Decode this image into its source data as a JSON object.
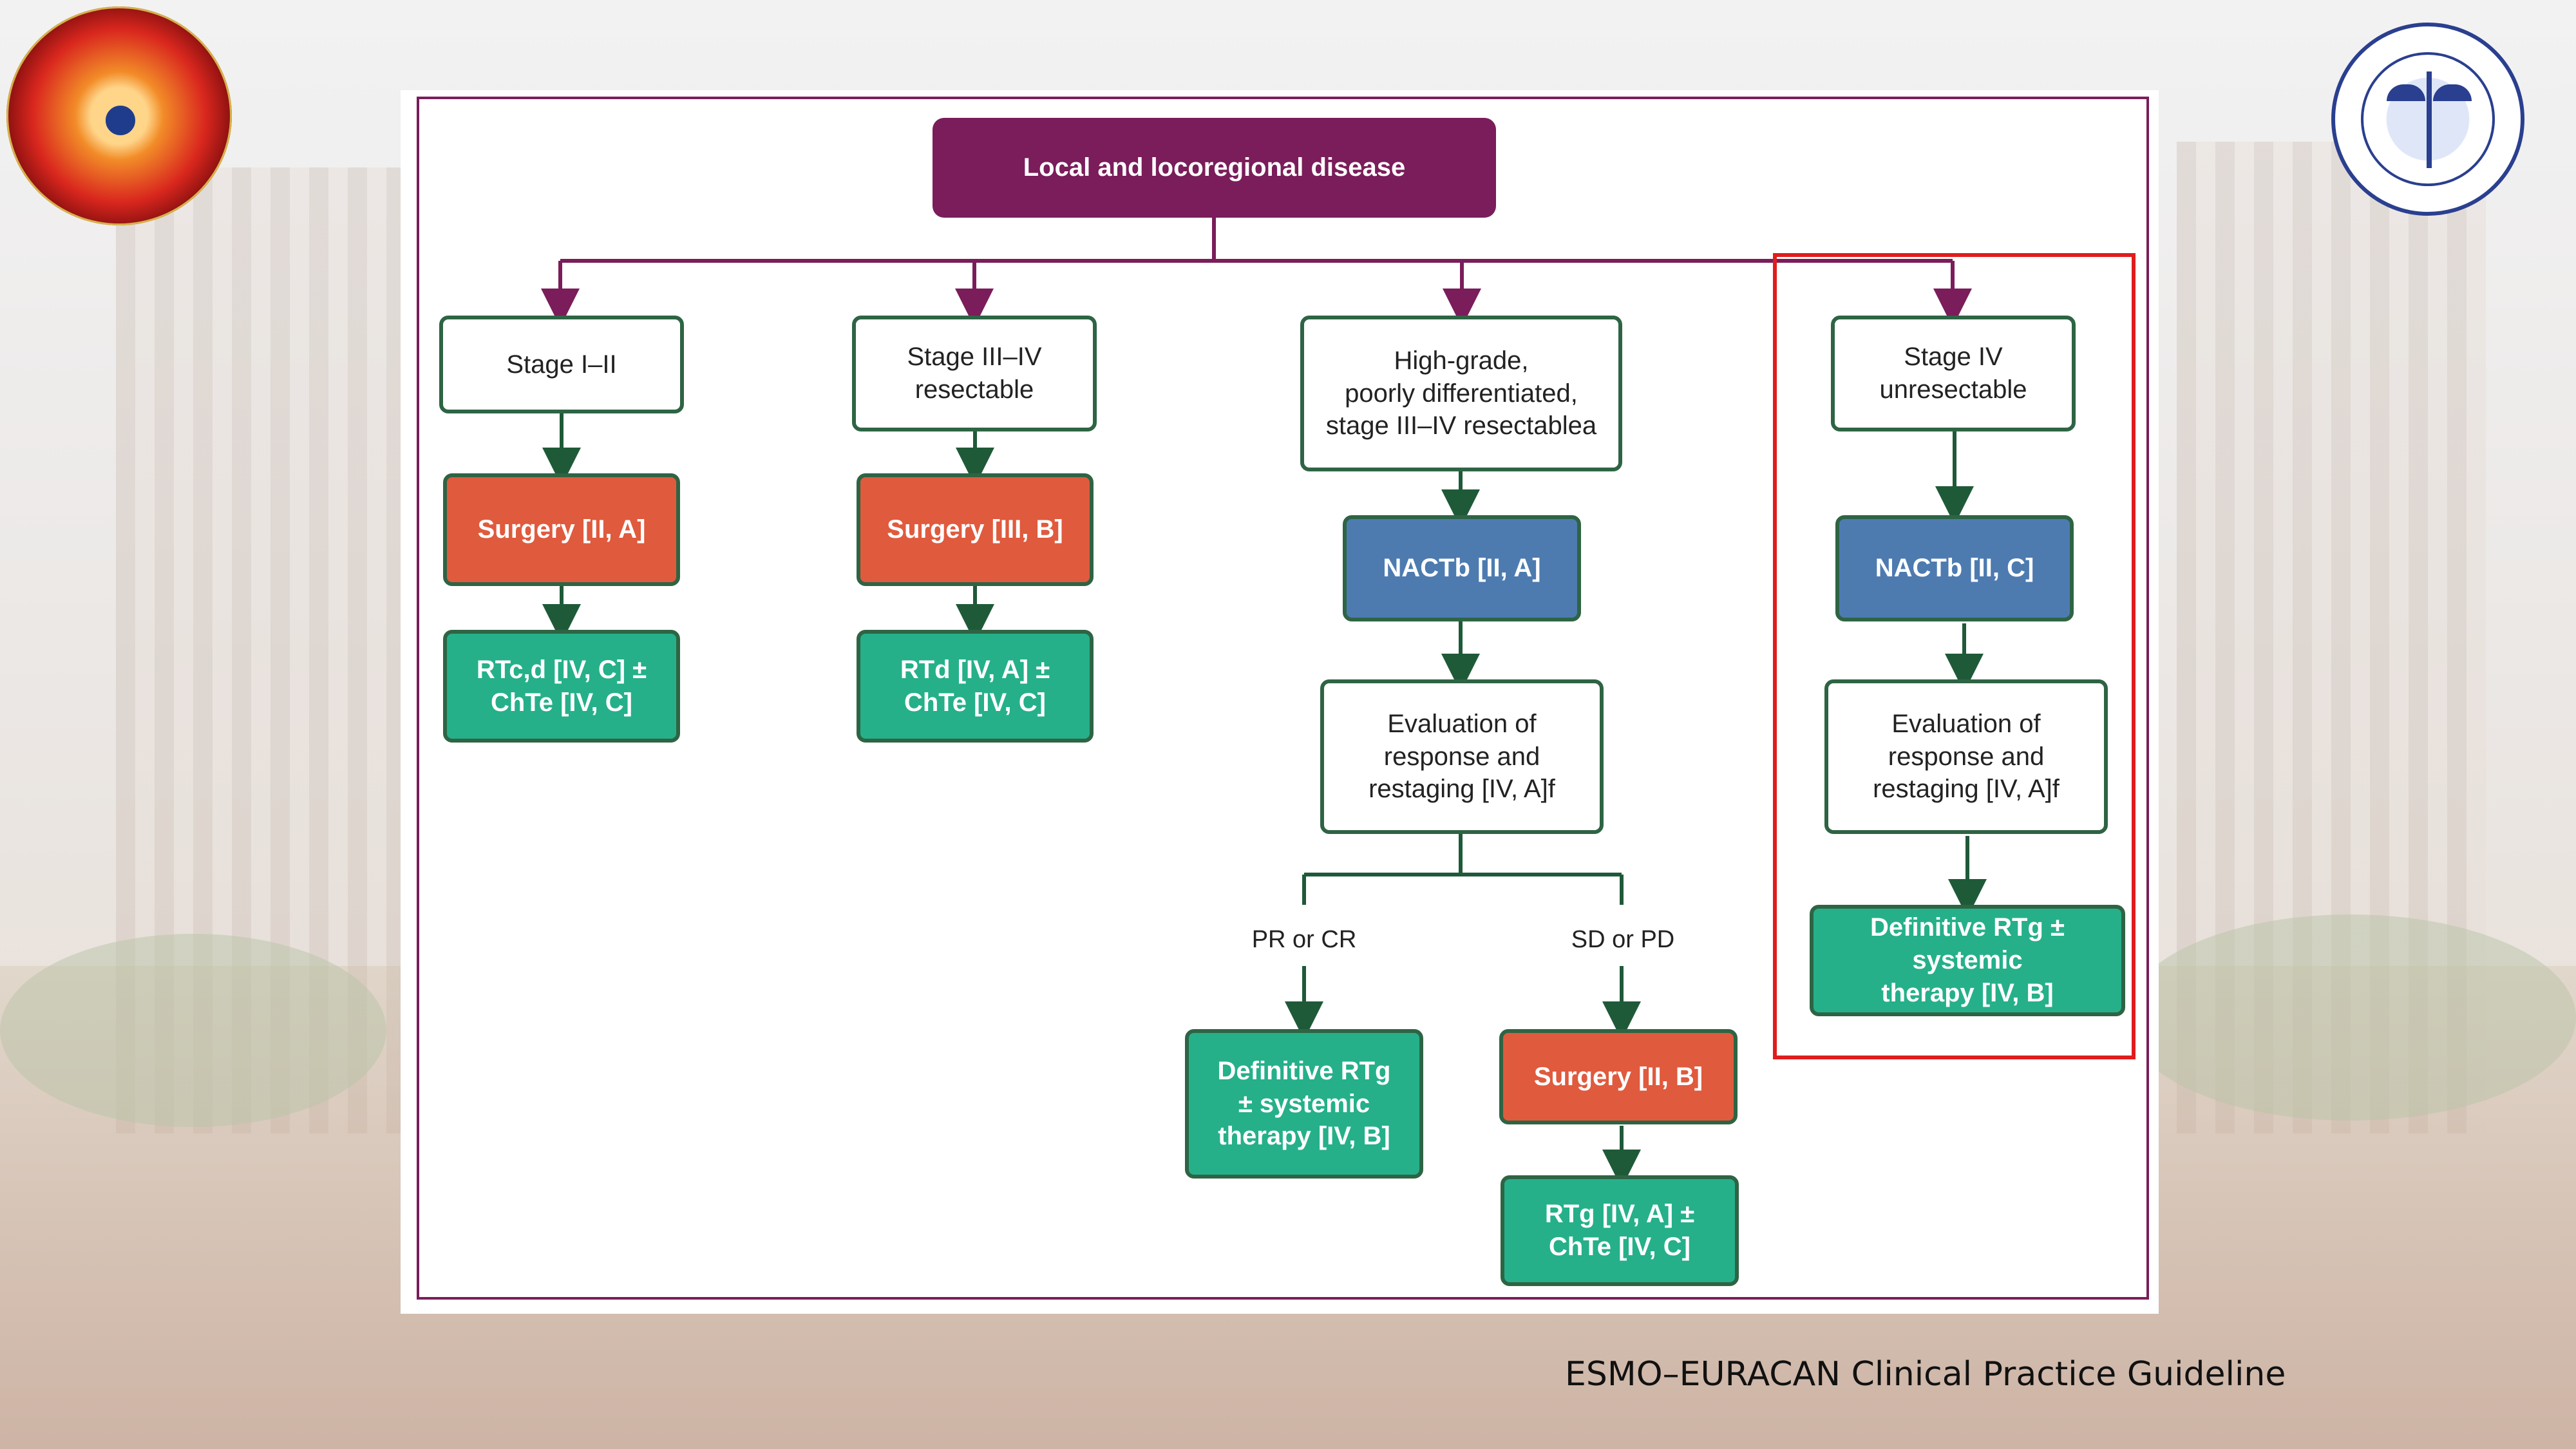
{
  "slide": {
    "footer": "ESMO–EURACAN Clinical Practice Guideline"
  },
  "logos": {
    "left": "Association of Radiation Oncologists of India – West Bengal Chapter logo",
    "right": "All India Institute of Medical Sciences emblem"
  },
  "flowchart": {
    "root": "Local and locoregional disease",
    "col1": {
      "stage": "Stage I–II",
      "surgery": "Surgery [II, A]",
      "rt": "RTc,d [IV, C] ±\nChTe [IV, C]"
    },
    "col2": {
      "stage": "Stage III–IV\nresectable",
      "surgery": "Surgery [III, B]",
      "rt": "RTd [IV, A] ±\nChTe [IV, C]"
    },
    "col3": {
      "stage": "High-grade,\npoorly differentiated,\nstage III–IV resectablea",
      "nact": "NACTb [II, A]",
      "evaluation": "Evaluation of\nresponse and\nrestaging [IV, A]f",
      "branch_left_label": "PR or CR",
      "branch_right_label": "SD or PD",
      "definitive": "Definitive RTg\n± systemic\ntherapy [IV, B]",
      "surgery": "Surgery [II, B]",
      "rt": "RTg [IV, A] ±\nChTe [IV, C]"
    },
    "col4": {
      "stage": "Stage IV\nunresectable",
      "nact": "NACTb [II, C]",
      "evaluation": "Evaluation of\nresponse and\nrestaging [IV, A]f",
      "definitive": "Definitive RTg ± systemic\ntherapy [IV, B]"
    }
  },
  "colors": {
    "root": "#7a1d5a",
    "surgery": "#e05a3d",
    "radiotherapy": "#25b08a",
    "nact": "#4d7bb0",
    "highlight": "#e01d1d"
  }
}
